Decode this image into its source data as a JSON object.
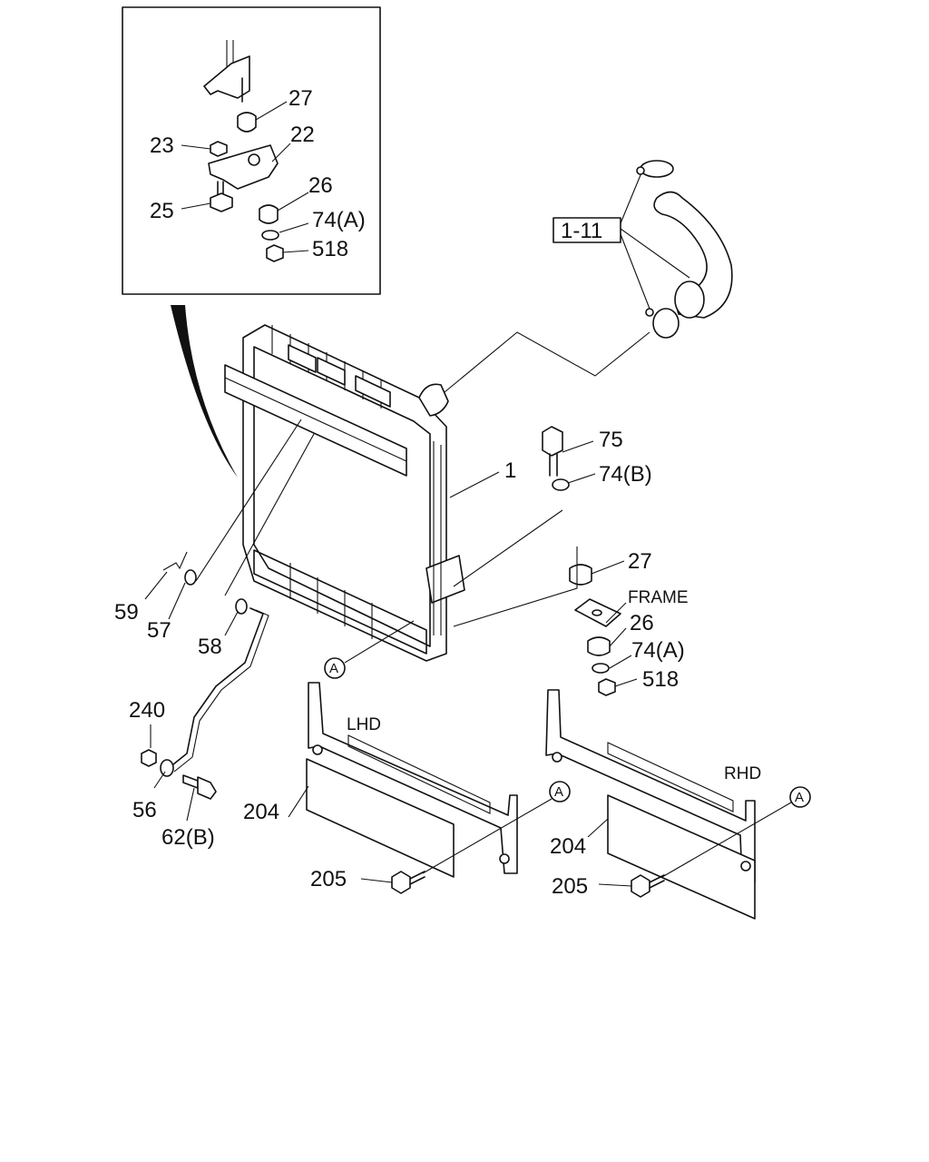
{
  "callouts": {
    "c27_top": "27",
    "c22": "22",
    "c23": "23",
    "c26_top": "26",
    "c25": "25",
    "c74a_top": "74(A)",
    "c518_top": "518",
    "c1_11": "1-11",
    "c75": "75",
    "c1": "1",
    "c74b": "74(B)",
    "c27_right": "27",
    "frame": "FRAME",
    "c26_right": "26",
    "c74a_right": "74(A)",
    "c518_right": "518",
    "c59": "59",
    "c57": "57",
    "c58": "58",
    "c240": "240",
    "c56": "56",
    "c62b": "62(B)",
    "lhd": "LHD",
    "rhd": "RHD",
    "c204_left": "204",
    "c204_right": "204",
    "c205_left": "205",
    "c205_right": "205",
    "ref_a_1": "A",
    "ref_a_2": "A",
    "ref_a_3": "A"
  },
  "colors": {
    "line": "#111111",
    "background": "#ffffff"
  }
}
